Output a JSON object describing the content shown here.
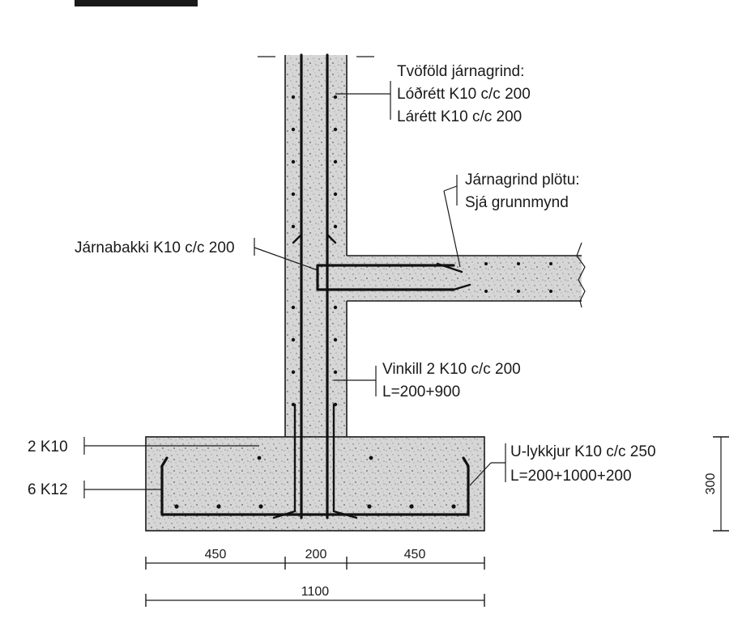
{
  "labels": {
    "wall_mesh_title": "Tvöföld járnagrind:",
    "wall_mesh_vertical": "Lóðrétt K10 c/c 200",
    "wall_mesh_horizontal": "Lárétt K10 c/c 200",
    "slab_mesh_title": "Járnagrind plötu:",
    "slab_mesh_ref": "Sjá grunnmynd",
    "tray": "Járnabakki K10 c/c 200",
    "angle_title": "Vinkill 2 K10 c/c 200",
    "angle_length": "L=200+900",
    "u_loops_title": "U-lykkjur K10 c/c 250",
    "u_loops_length": "L=200+1000+200",
    "top_bars": "2 K10",
    "bottom_bars": "6 K12"
  },
  "dimensions": {
    "left_width": "450",
    "wall_width": "200",
    "right_width": "450",
    "total_width": "1100",
    "footing_height": "300"
  },
  "colors": {
    "ink": "#1a1a1a",
    "concrete": "#cfcfcf"
  }
}
